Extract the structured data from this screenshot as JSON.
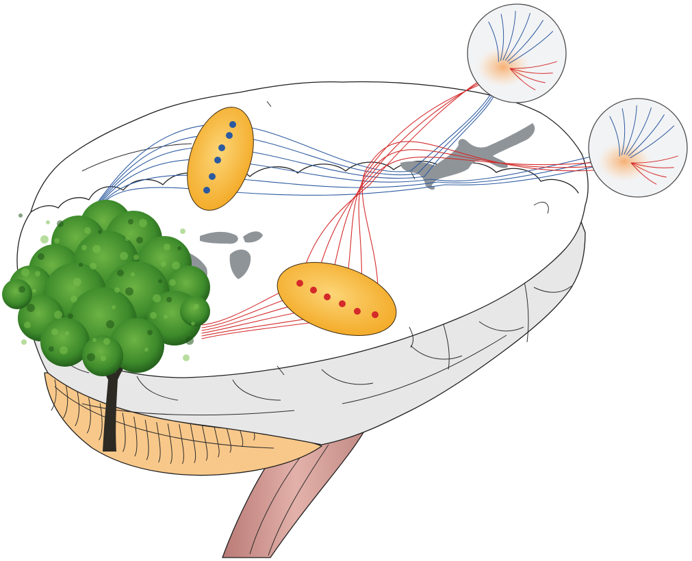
{
  "colors": {
    "background": "#ffffff",
    "brain_white": "#ffffff",
    "brain_gray": "#e7e7e7",
    "cerebellum": "#f8c88a",
    "brainstem": "#d9a39d",
    "ventricle": "#8f9499",
    "nucleus": "#f7b938",
    "blue_pathway": "#2c5aa0",
    "red_pathway": "#d42a2a",
    "eye": "#f2f3f5",
    "tree_foliage": "#3f8a2c",
    "tree_trunk": "#2d2a24"
  },
  "diagram": {
    "blue_nucleus": {
      "neuron_count": 6
    },
    "red_nucleus": {
      "neuron_count": 6
    },
    "eyes": 2,
    "visual_stimulus": "tree-icon"
  }
}
